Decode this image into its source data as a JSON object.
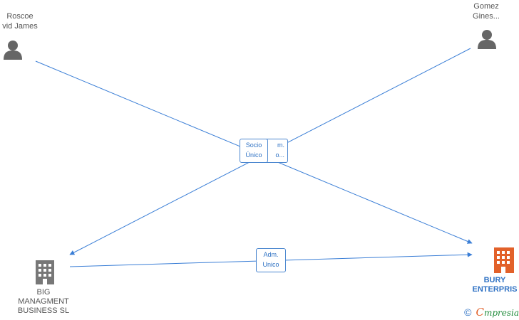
{
  "persons": [
    {
      "line1": "Roscoe",
      "line2": "vid James"
    },
    {
      "line1": "Gomez",
      "line2": "Gines..."
    }
  ],
  "companies": [
    {
      "name": "BIG MANAGMENT BUSINESS SL",
      "color": "#777777"
    },
    {
      "name": "BURY ENTERPRIS",
      "color": "#e2612a"
    }
  ],
  "edge_labels": [
    {
      "line1": "Socio",
      "line2": "Único"
    },
    {
      "line1": "m.",
      "line2": "o..."
    },
    {
      "line1": "Adm.",
      "line2": "Unico"
    }
  ],
  "colors": {
    "edge": "#3a7ed6",
    "label_text": "#2f72c4",
    "person_icon": "#666666"
  },
  "footer": {
    "copyright": "©",
    "brand_first": "C",
    "brand_rest": "mpresia"
  }
}
